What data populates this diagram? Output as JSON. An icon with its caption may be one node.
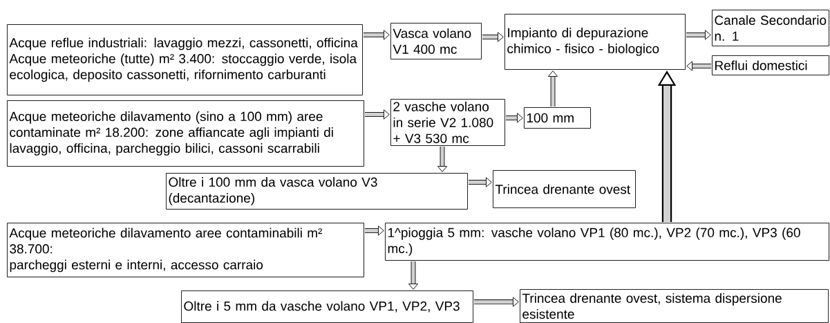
{
  "diagram": {
    "nodes": [
      {
        "text": [
          "Acque reflue industriali: lavaggio mezzi, cassonetti, officina Acque meteoriche (tutte) m² 3.400: stoccaggio verde, isola ecologica, deposito cassonetti, rifornimento carburanti"
        ]
      },
      {
        "text": [
          "Vasca volano V1 400 mc"
        ]
      },
      {
        "text": [
          "Impianto di depurazione chimico - fisico - biologico"
        ]
      },
      {
        "text": [
          "Canale Secondario n. 1"
        ]
      },
      {
        "text": [
          "Reflui domestici"
        ]
      },
      {
        "text": [
          "Acque meteoriche dilavamento (sino a 100 mm) aree contaminate m² 18.200: zone affiancate agli impianti di lavaggio, officina, parcheggio bilici, cassoni scarrabili"
        ]
      },
      {
        "text": [
          "2 vasche volano in serie V2 1.080 + V3 530 mc"
        ]
      },
      {
        "text": [
          "100 mm"
        ]
      },
      {
        "text": [
          "Oltre i 100 mm  da vasca volano V3 (decantazione)"
        ]
      },
      {
        "text": [
          "Trincea drenante ovest"
        ]
      },
      {
        "text": [
          "Acque meteoriche dilavamento aree contaminabili m² 38.700:",
          "parcheggi esterni e interni, accesso carraio"
        ]
      },
      {
        "text": [
          "1^pioggia 5 mm: vasche volano VP1 (80 mc.), VP2 (70 mc.), VP3 (60 mc.)"
        ]
      },
      {
        "text": [
          "Oltre i 5 mm da  vasche volano VP1, VP2, VP3"
        ]
      },
      {
        "text": [
          "Trincea drenante ovest, sistema dispersione esistente"
        ]
      }
    ],
    "edges": [
      {
        "from": 0,
        "to": 1,
        "arrow": "to"
      },
      {
        "from": 1,
        "to": 2,
        "arrow": "to"
      },
      {
        "from": 2,
        "to": 3,
        "arrow": "to"
      },
      {
        "from": 4,
        "to": 2,
        "arrow": "to"
      },
      {
        "from": 5,
        "to": 6,
        "arrow": "to"
      },
      {
        "from": 6,
        "to": 7,
        "arrow": "to"
      },
      {
        "from": 7,
        "to": 2,
        "arrow": "to"
      },
      {
        "from": 6,
        "to": 8,
        "arrow": "to"
      },
      {
        "from": 8,
        "to": 9,
        "arrow": "to"
      },
      {
        "from": 10,
        "to": 11,
        "arrow": "to"
      },
      {
        "from": 11,
        "to": 12,
        "arrow": "to"
      },
      {
        "from": 12,
        "to": 13,
        "arrow": "to"
      },
      {
        "from": 11,
        "to": 2,
        "arrow": "to",
        "style": "thick"
      }
    ]
  }
}
